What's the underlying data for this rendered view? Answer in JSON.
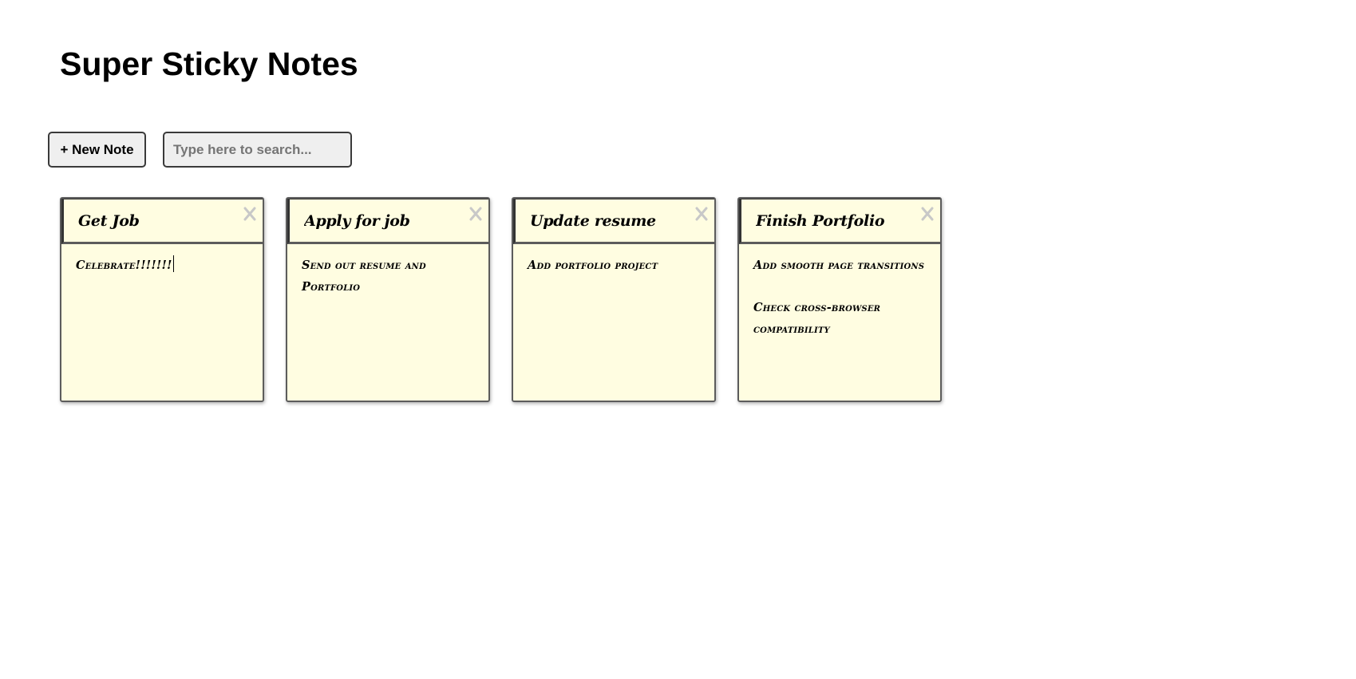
{
  "app": {
    "title": "Super Sticky Notes"
  },
  "toolbar": {
    "new_note_label": "+ New Note",
    "search_placeholder": "Type here to search...",
    "search_value": ""
  },
  "notes": [
    {
      "title": "Get Job",
      "description": "Celebrate!!!!!!!"
    },
    {
      "title": "Apply for job",
      "description": "Send out resume and Portfolio"
    },
    {
      "title": "Update resume",
      "description": "Add portfolio project"
    },
    {
      "title": "Finish Portfolio",
      "description": "Add smooth page transitions\n\nCheck cross-browser compatibility"
    }
  ],
  "colors": {
    "note_background": "#fffde1",
    "note_border": "#5c5c5c",
    "delete_icon": "#c8c8c8",
    "button_background": "#efefef"
  },
  "icons": {
    "delete": "close-icon"
  }
}
